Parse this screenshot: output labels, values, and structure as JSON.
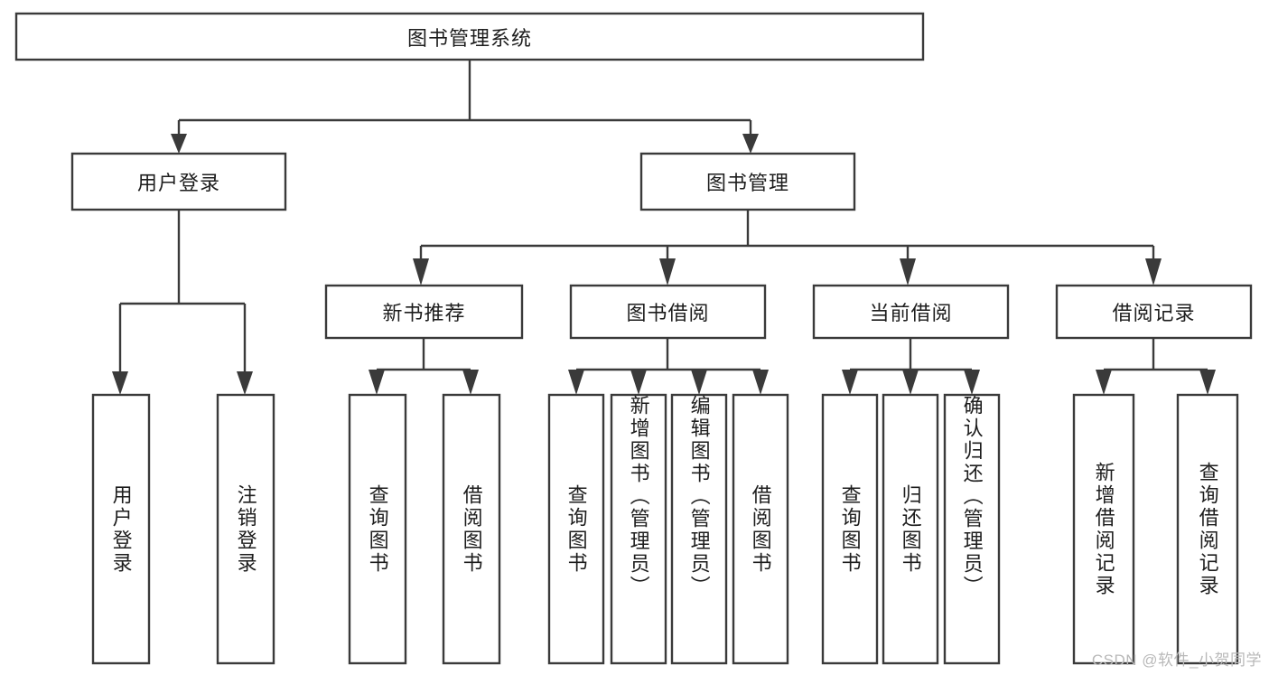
{
  "diagram": {
    "type": "tree",
    "title": "图书管理系统",
    "watermark": "CSDN @软件_小贺同学",
    "colors": {
      "stroke": "#3a3a3a",
      "fill": "#ffffff",
      "text": "#1d1d1d",
      "watermark": "#b9b9b9"
    },
    "root": {
      "label": "图书管理系统",
      "level": 1
    },
    "level2": [
      {
        "label": "用户登录"
      },
      {
        "label": "图书管理"
      }
    ],
    "level3": [
      {
        "label": "新书推荐"
      },
      {
        "label": "图书借阅"
      },
      {
        "label": "当前借阅"
      },
      {
        "label": "借阅记录"
      }
    ],
    "leaves": {
      "user_login": [
        {
          "label": "用户登录"
        },
        {
          "label": "注销登录"
        }
      ],
      "new_book_recommend": [
        {
          "label": "查询图书"
        },
        {
          "label": "借阅图书"
        }
      ],
      "book_borrow": [
        {
          "label": "查询图书"
        },
        {
          "label": "新增图书（管理员）"
        },
        {
          "label": "编辑图书（管理员）"
        },
        {
          "label": "借阅图书"
        }
      ],
      "current_borrow": [
        {
          "label": "查询图书"
        },
        {
          "label": "归还图书"
        },
        {
          "label": "确认归还（管理员）"
        }
      ],
      "borrow_record": [
        {
          "label": "新增借阅记录"
        },
        {
          "label": "查询借阅记录"
        }
      ]
    }
  }
}
